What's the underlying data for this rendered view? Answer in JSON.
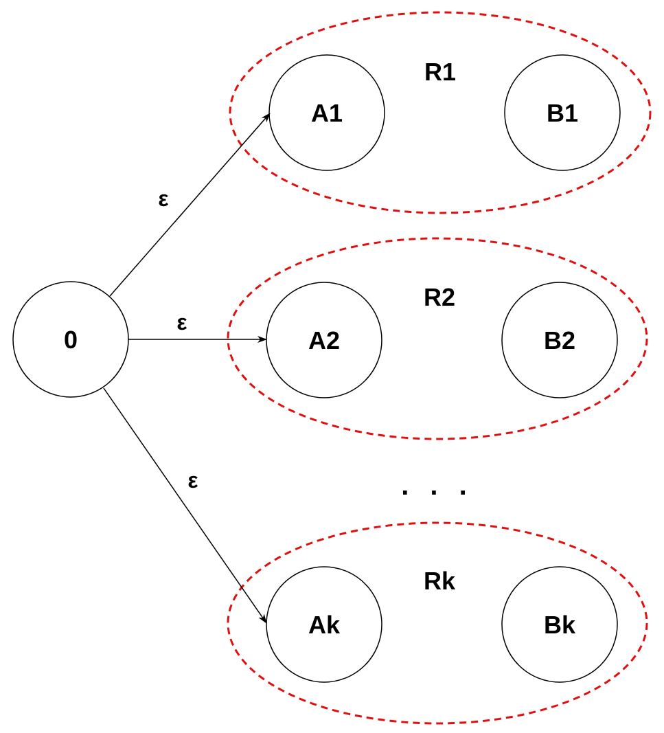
{
  "colors": {
    "group_outline": "#e01010",
    "node_stroke": "#000000"
  },
  "start_node": {
    "label": "0"
  },
  "groups": [
    {
      "label": "R1",
      "a": "A1",
      "b": "B1",
      "edge_label": "ε"
    },
    {
      "label": "R2",
      "a": "A2",
      "b": "B2",
      "edge_label": "ε"
    },
    {
      "label": "Rk",
      "a": "Ak",
      "b": "Bk",
      "edge_label": "ε"
    }
  ],
  "ellipsis": ". . ."
}
